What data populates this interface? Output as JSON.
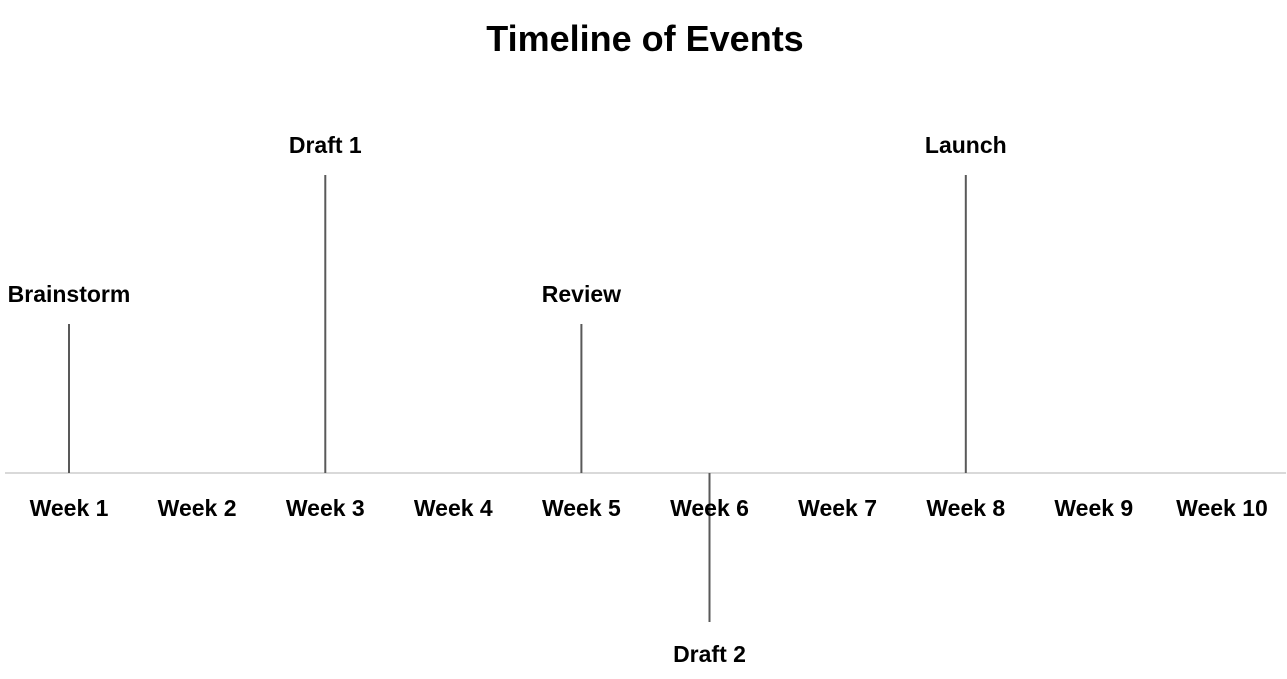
{
  "chart_data": {
    "type": "timeline",
    "title": "Timeline of Events",
    "categories": [
      "Week 1",
      "Week 2",
      "Week 3",
      "Week 4",
      "Week 5",
      "Week 6",
      "Week 7",
      "Week 8",
      "Week 9",
      "Week 10"
    ],
    "events": [
      {
        "label": "Brainstorm",
        "x": "Week 1",
        "value": 1
      },
      {
        "label": "Draft 1",
        "x": "Week 3",
        "value": 2
      },
      {
        "label": "Review",
        "x": "Week 5",
        "value": 1
      },
      {
        "label": "Draft 2",
        "x": "Week 6",
        "value": -1
      },
      {
        "label": "Launch",
        "x": "Week 8",
        "value": 2
      }
    ],
    "ylim": [
      -1,
      2
    ],
    "grid": false,
    "legend": "none",
    "colors": {
      "axis": "#d9d9d9",
      "stem": "#595959",
      "text": "#000000"
    }
  }
}
